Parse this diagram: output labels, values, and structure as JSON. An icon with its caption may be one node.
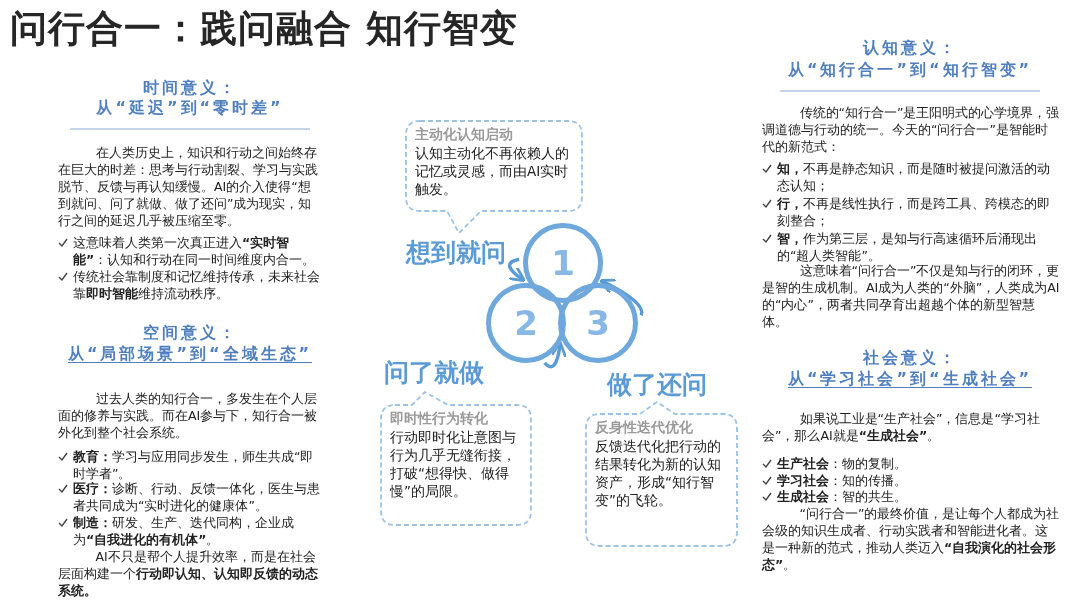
{
  "diagram": {
    "title": "问行合一：践问融合 知行智变",
    "nodes": [
      {
        "text": [
          "主动化认知启动",
          "认知主动化不再依赖人的记忆或灵感，而由AI实时触发。"
        ]
      },
      {
        "text": [
          "1"
        ]
      },
      {
        "text": [
          "2"
        ]
      },
      {
        "text": [
          "3"
        ]
      },
      {
        "text": [
          "即时性行为转化",
          "行动即时化让意图与行为几乎无缝衔接，打破“想得快、做得慢”的局限。"
        ]
      },
      {
        "text": [
          "反身性迭代优化",
          "反馈迭代化把行动的结果转化为新的认知资产，形成“知行智变”的飞轮。"
        ]
      }
    ],
    "edges": [
      {
        "from": 1,
        "to": 2,
        "arrow": "to"
      },
      {
        "from": 2,
        "to": 3,
        "arrow": "to"
      },
      {
        "from": 3,
        "to": 1,
        "arrow": "to"
      }
    ],
    "labels": [
      "时间意义：",
      "从“延迟”到“零时差”",
      "在人类历史上，知识和行动之间始终存在巨大的时差：思考与行动割裂、学习与实践脱节、反馈与再认知缓慢。AI的介入使得“想到就问、问了就做、做了还问”成为现实，知行之间的延迟几乎被压缩至零。",
      "这意味着人类第一次真正进入**“实时智能”**：认知和行动在同一时间维度内合一。",
      "传统社会靠制度和记忆维持传承，未来社会靠**即时智能**维持流动秩序。",
      "空间意义：",
      "从“局部场景”到“全域生态”",
      "过去人类的知行合一，多发生在个人层面的修养与实践。而在AI参与下，知行合一被外化到整个社会系统。",
      "**教育：**学习与应用同步发生，师生共成“即时学者”。",
      "**医疗：**诊断、行动、反馈一体化，医生与患者共同成为“实时进化的健康体”。",
      "**制造：**研发、生产、迭代同构，企业成为**“自我进化的有机体”**。",
      "AI不只是帮个人提升效率，而是在社会层面构建一个**行动即认知、认知即反馈的动态系统。**",
      "想到就问",
      "问了就做",
      "做了还问",
      "认知意义：",
      "从“知行合一”到“知行智变”",
      "传统的“知行合一”是王阳明式的心学境界，强调道德与行动的统一。今天的“问行合一”是智能时代的新范式：",
      "**知，**不再是静态知识，而是随时被提问激活的动态认知；",
      "**行，**不再是线性执行，而是跨工具、跨模态的即刻整合；",
      "**智，**作为第三层，是知与行高速循环后涌现出的“超人类智能”。",
      "这意味着“问行合一”不仅是知与行的闭环，更是智的生成机制。AI成为人类的“外脑”，人类成为AI的“内心”，两者共同孕育出超越个体的新型智慧体。",
      "社会意义：",
      "从“学习社会”到“生成社会”",
      "如果说工业是“生产社会”，信息是“学习社会”，那么AI就是**“生成社会”**。",
      "**生产社会**：物的复制。",
      "**学习社会**：知的传播。",
      "**生成社会**：智的共生。",
      "“问行合一”的最终价值，是让每个人都成为社会级的知识生成者、行动实践者和智能进化者。这是一种新的范式，推动人类迈入**“自我演化的社会形态”**。"
    ]
  }
}
